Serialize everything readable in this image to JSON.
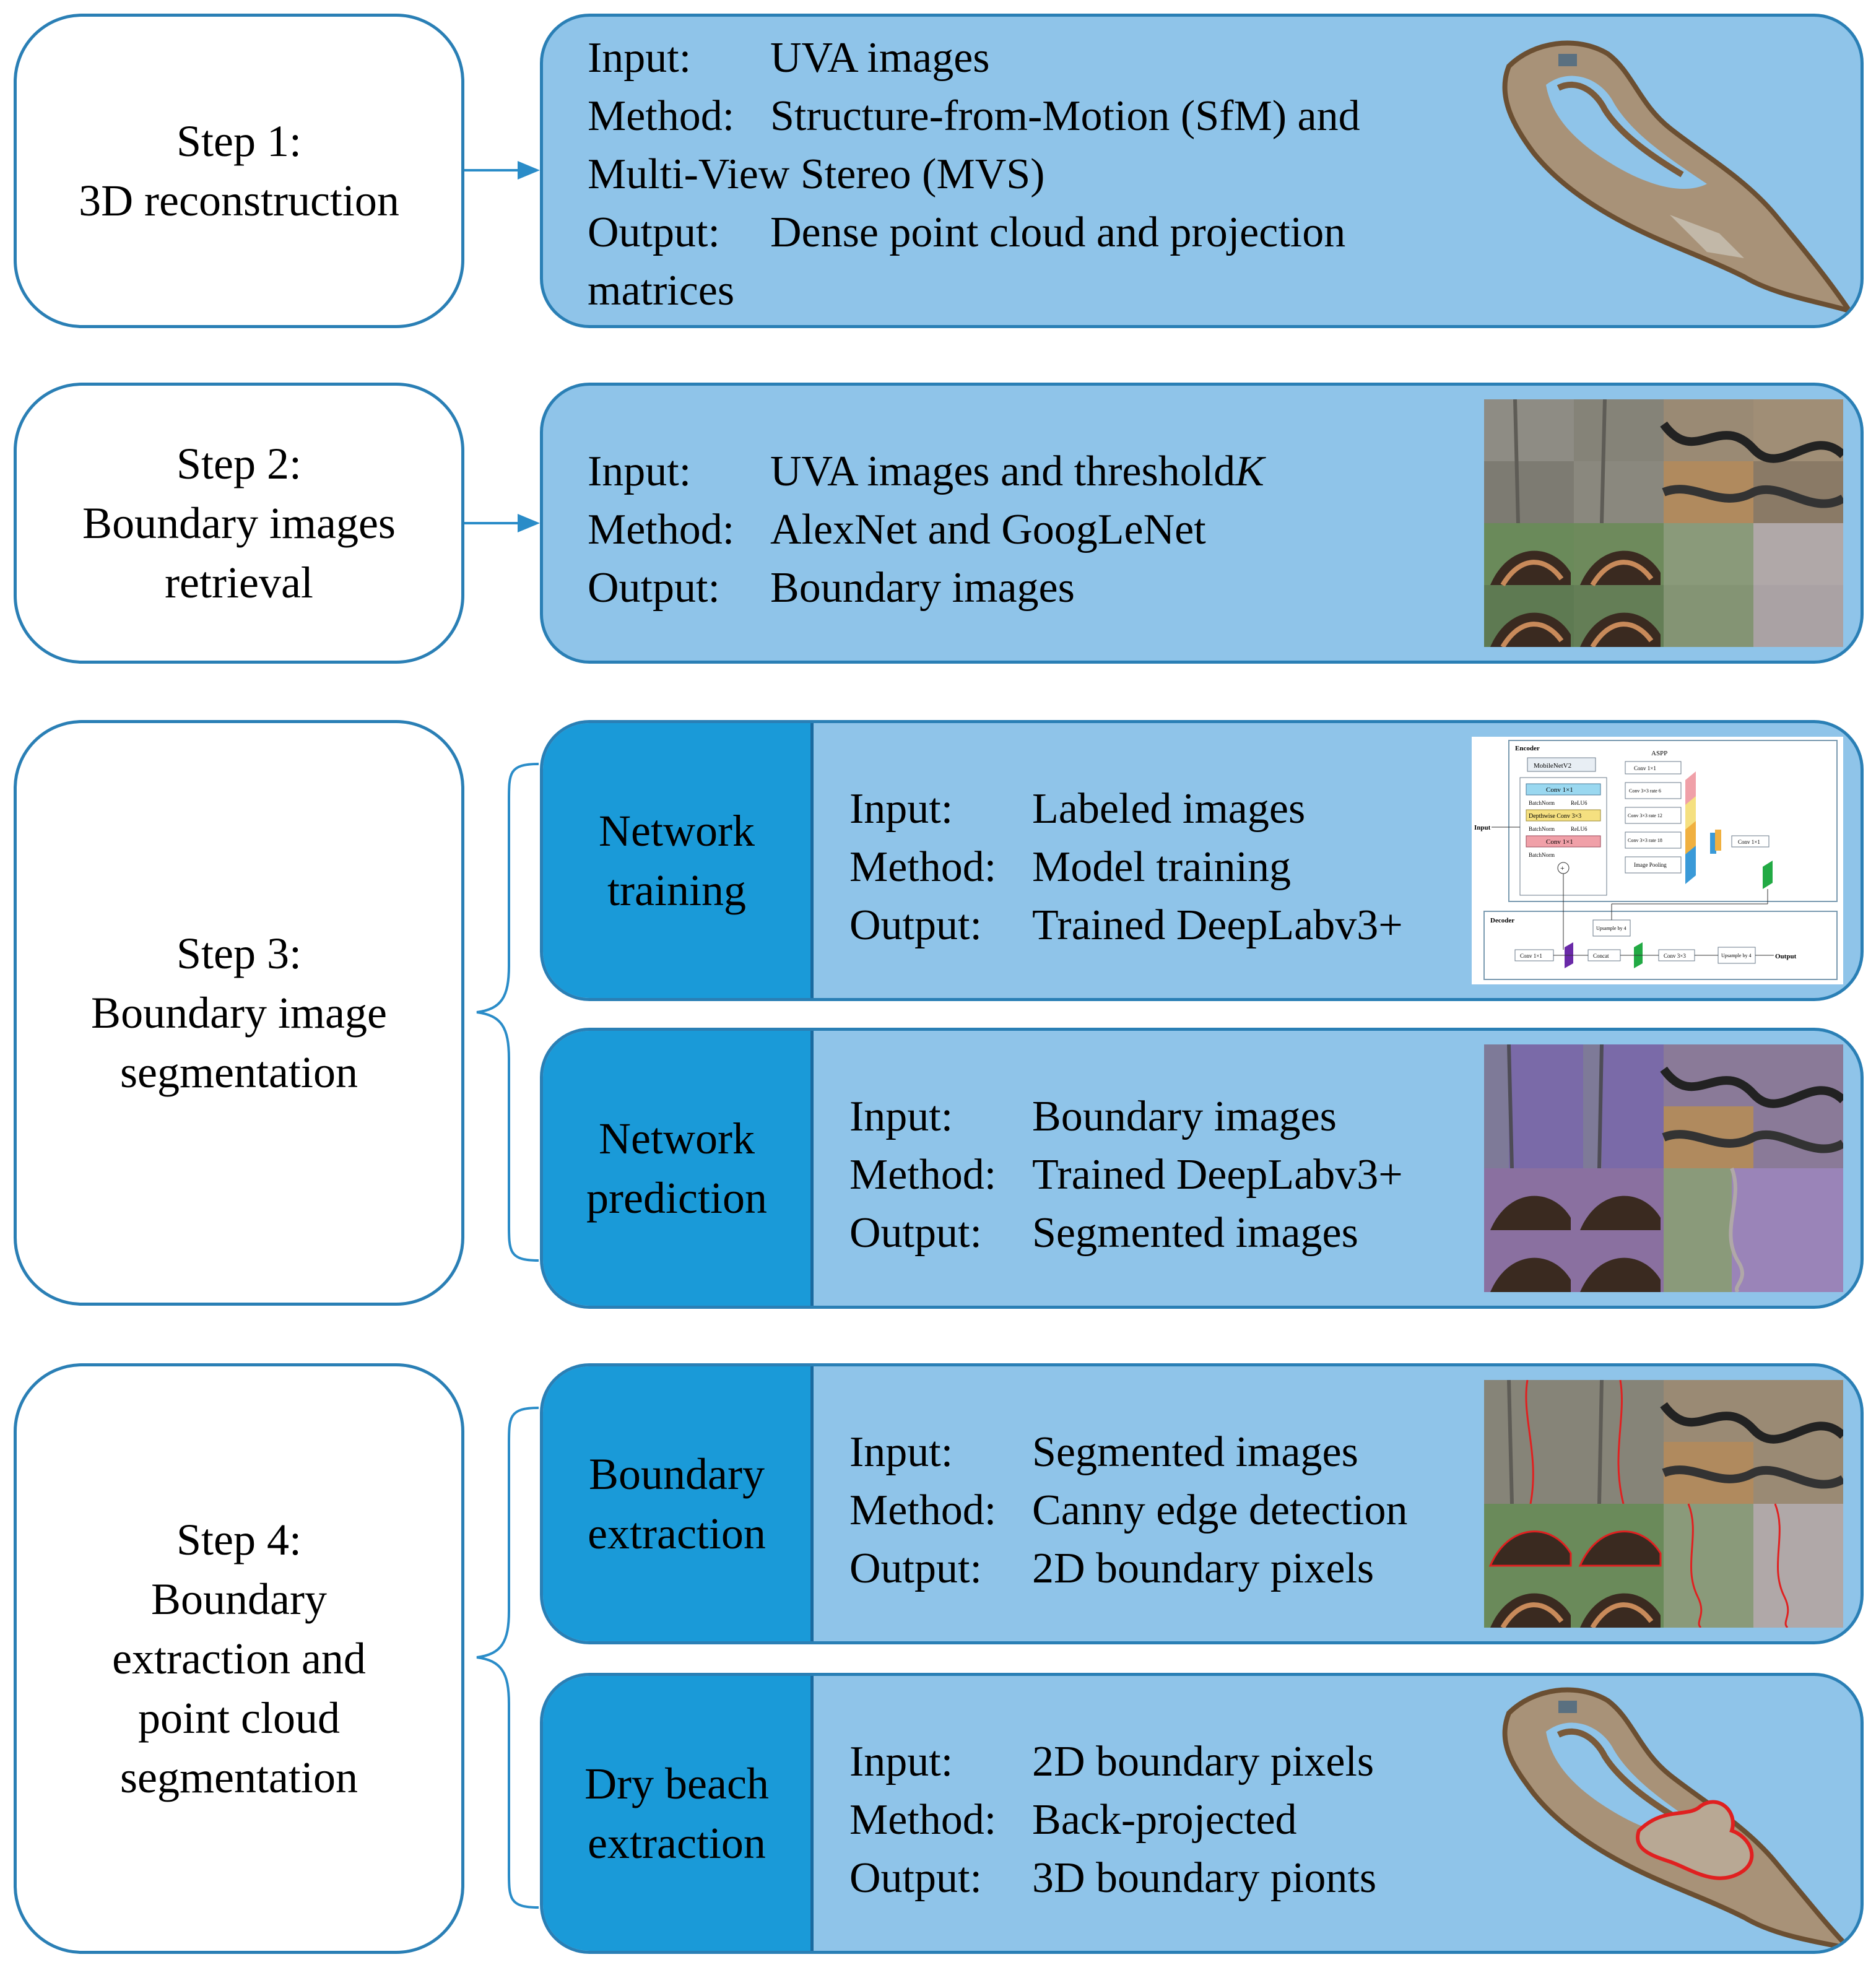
{
  "colors": {
    "panel_fill": "#8fc4e9",
    "tag_fill": "#1a9ad8",
    "border": "#2a7fb5",
    "arrow": "#2a8cc8"
  },
  "steps": [
    {
      "lines": [
        "Step 1:",
        "3D reconstruction"
      ]
    },
    {
      "lines": [
        "Step 2:",
        "Boundary images",
        "retrieval"
      ]
    },
    {
      "lines": [
        "Step 3:",
        "Boundary image",
        "segmentation"
      ]
    },
    {
      "lines": [
        "Step 4:",
        "Boundary",
        "extraction and",
        "point cloud",
        "segmentation"
      ]
    }
  ],
  "labels": {
    "input": "Input:",
    "method": "Method:",
    "output": "Output:"
  },
  "panels": {
    "p1": {
      "input": "UVA images",
      "method": "Structure-from-Motion (SfM) and",
      "method2": "Multi-View Stereo (MVS)",
      "output": "Dense point cloud and projection",
      "output2": "matrices"
    },
    "p2": {
      "input_prefix": "UVA images and threshold ",
      "input_var": "K",
      "method": "AlexNet and GoogLeNet",
      "output": "Boundary images"
    },
    "p3a": {
      "tag": [
        "Network",
        "training"
      ],
      "input": "Labeled images",
      "method": "Model training",
      "output": "Trained DeepLabv3+"
    },
    "p3b": {
      "tag": [
        "Network",
        "prediction"
      ],
      "input": "Boundary images",
      "method": "Trained DeepLabv3+",
      "output": "Segmented images"
    },
    "p4a": {
      "tag": [
        "Boundary",
        "extraction"
      ],
      "input": "Segmented images",
      "method": "Canny edge detection",
      "output": "2D boundary pixels"
    },
    "p4b": {
      "tag": [
        "Dry beach",
        "extraction"
      ],
      "input": "2D boundary pixels",
      "method": "Back-projected",
      "output": "3D boundary pionts"
    }
  },
  "network_diagram": {
    "encoder": "Encoder",
    "aspp": "ASPP",
    "decoder": "Decoder",
    "backbone": "MobileNetV2",
    "input": "Input",
    "output": "Output",
    "enc_blocks": [
      "Conv 1×1",
      "BatchNorm",
      "ReLU6",
      "Depthwise Conv 3×3",
      "BatchNorm",
      "ReLU6",
      "Conv 1×1",
      "BatchNorm"
    ],
    "aspp_blocks": [
      "Conv 1×1",
      "Conv 3×3 rate 6",
      "Conv 3×3 rate 12",
      "Conv 3×3 rate 18",
      "Image Pooling"
    ],
    "aspp_out": "Conv 1×1",
    "dec_blocks": [
      "Conv 1×1",
      "Concat",
      "Conv 3×3",
      "Upsample by 4",
      "Upsample by 4"
    ]
  }
}
